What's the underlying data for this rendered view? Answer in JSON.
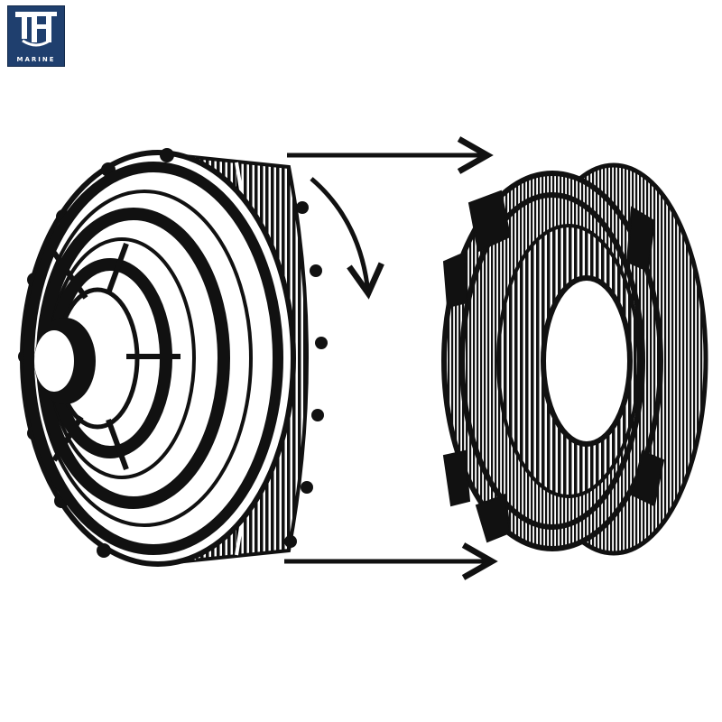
{
  "logo": {
    "mark": "TH",
    "text": "MARINE",
    "bg_color": "#1f3f6e",
    "fg_color": "#ffffff"
  },
  "diagram": {
    "ink_color": "#111111",
    "parts": [
      "filter-element",
      "filter-cap"
    ],
    "arrows": [
      "arrow-top-right",
      "arrow-curved-down",
      "arrow-bottom-right"
    ]
  }
}
